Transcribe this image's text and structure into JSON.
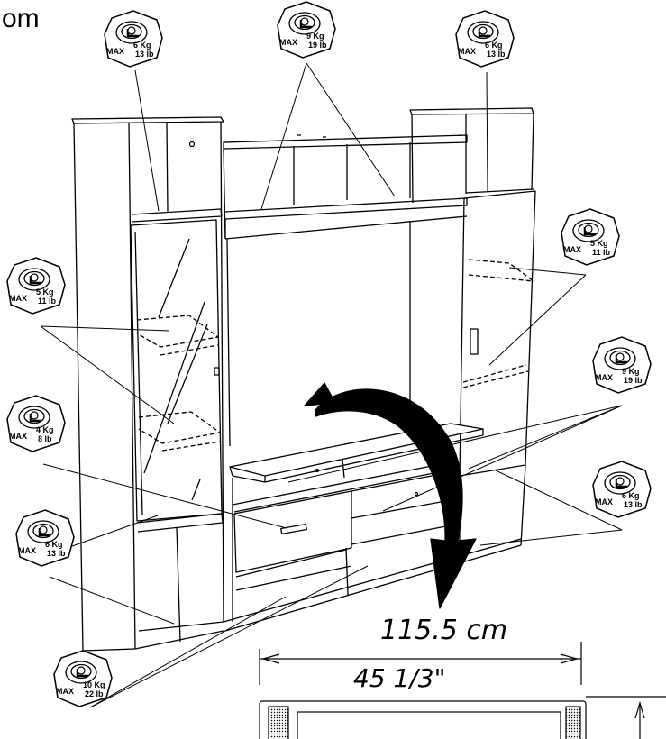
{
  "title_fragment": "om",
  "weight_badges": [
    {
      "max": "MAX",
      "kg": "6 Kg",
      "lb": "13 lb"
    },
    {
      "max": "MAX",
      "kg": "9 Kg",
      "lb": "19 lb"
    },
    {
      "max": "MAX",
      "kg": "6 Kg",
      "lb": "13 lb"
    },
    {
      "max": "MAX",
      "kg": "5 Kg",
      "lb": "11 lb"
    },
    {
      "max": "MAX",
      "kg": "5 Kg",
      "lb": "11 lb"
    },
    {
      "max": "MAX",
      "kg": "4 Kg",
      "lb": "8 lb"
    },
    {
      "max": "MAX",
      "kg": "9 Kg",
      "lb": "19 lb"
    },
    {
      "max": "MAX",
      "kg": "6 Kg",
      "lb": "13 lb"
    },
    {
      "max": "MAX",
      "kg": "6 Kg",
      "lb": "13 lb"
    },
    {
      "max": "MAX",
      "kg": "10 Kg",
      "lb": "22 lb"
    }
  ],
  "dimensions": {
    "metric": "115.5 cm",
    "imperial": "45 1/3\""
  }
}
